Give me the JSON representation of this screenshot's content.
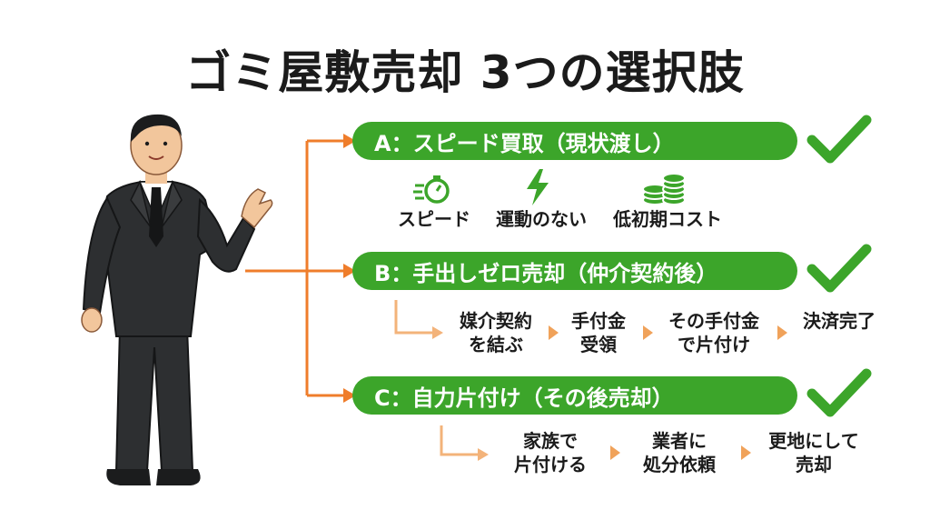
{
  "title": "ゴミ屋敷売却 3つの選択肢",
  "colors": {
    "accent_green": "#3ca52a",
    "connector_orange": "#ef7d2b",
    "light_orange": "#f3b37a",
    "suit": "#2d2f31"
  },
  "options": [
    {
      "label": "A：スピード買取（現状渡し）",
      "checked": true,
      "features": [
        {
          "icon": "stopwatch-icon",
          "label": "スピード"
        },
        {
          "icon": "lightning-icon",
          "label": "運動のない"
        },
        {
          "icon": "coin-stack-icon",
          "label": "低初期コスト"
        }
      ]
    },
    {
      "label": "B：手出しゼロ売却（仲介契約後）",
      "checked": true,
      "steps": [
        {
          "line1": "媒介契約",
          "line2": "を結ぶ"
        },
        {
          "line1": "手付金",
          "line2": "受領"
        },
        {
          "line1": "その手付金",
          "line2": "で片付け"
        },
        {
          "line1": "決済完了",
          "line2": ""
        }
      ]
    },
    {
      "label": "C：自力片付け（その後売却）",
      "checked": true,
      "steps": [
        {
          "line1": "家族で",
          "line2": "片付ける"
        },
        {
          "line1": "業者に",
          "line2": "処分依頼"
        },
        {
          "line1": "更地にして",
          "line2": "売却"
        }
      ]
    }
  ]
}
